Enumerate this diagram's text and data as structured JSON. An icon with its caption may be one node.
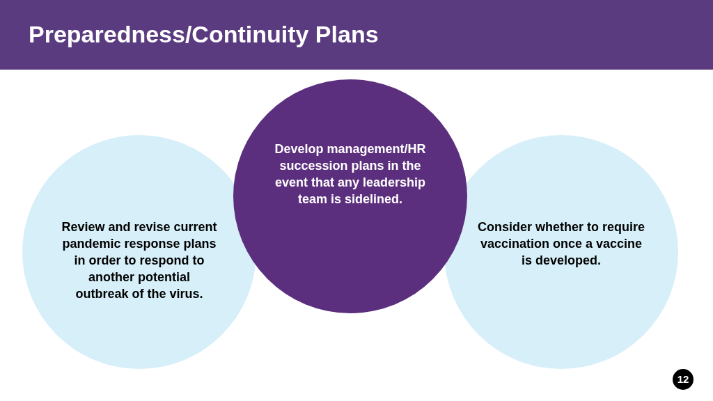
{
  "diagram": {
    "title": "Preparedness/Continuity Plans",
    "nodes": [
      {
        "text": [
          "Review and revise current pandemic response plans in order to respond to another potential outbreak of the virus."
        ]
      },
      {
        "text": [
          "Develop management/HR succession plans in the event that any leadership team is sidelined."
        ]
      },
      {
        "text": [
          "Consider whether to require vaccination once a vaccine is developed."
        ]
      }
    ],
    "labels": [
      "12"
    ]
  }
}
